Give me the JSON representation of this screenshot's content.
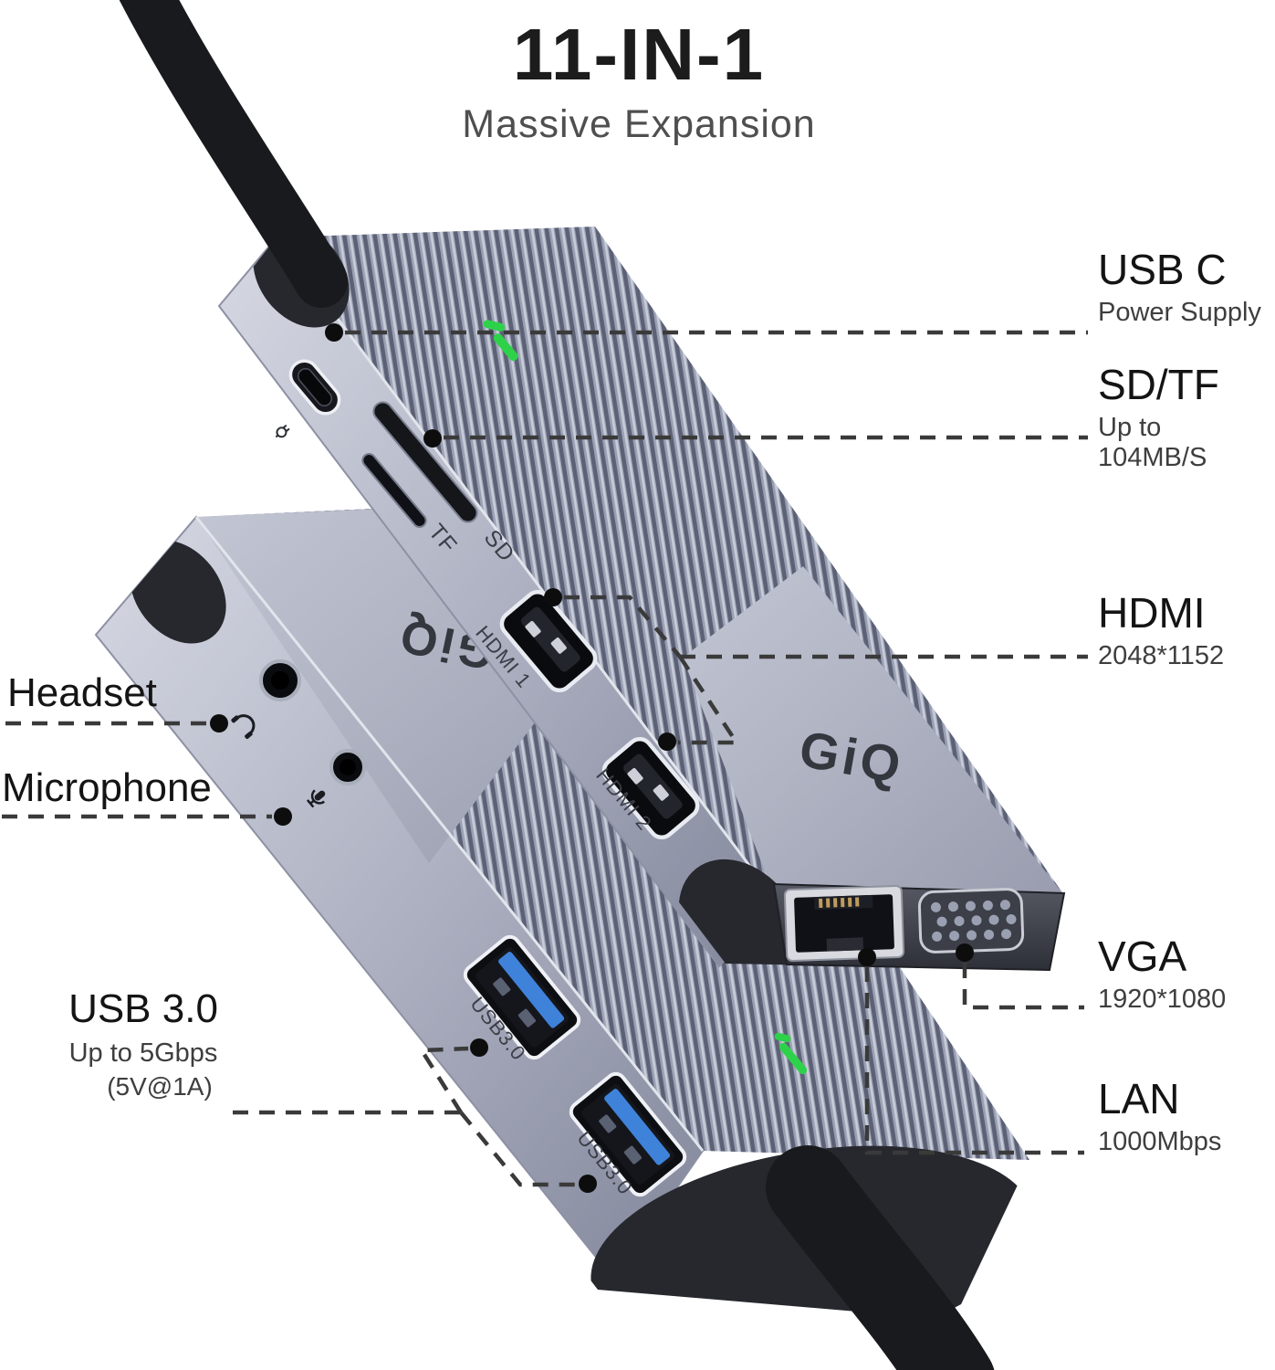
{
  "title": {
    "heading": "11-IN-1",
    "subheading": "Massive Expansion"
  },
  "brand": {
    "logo": "GiQ"
  },
  "device_labels": {
    "tf": "TF",
    "sd": "SD",
    "hdmi1": "HDMI 1",
    "hdmi2": "HDMI 2",
    "usb3_a": "USB3.0",
    "usb3_b": "USB3.0"
  },
  "callouts": {
    "usb_c": {
      "label": "USB C",
      "sub": "Power Supply"
    },
    "sd_tf": {
      "label": "SD/TF",
      "sub": "Up to 104MB/S"
    },
    "hdmi": {
      "label": "HDMI",
      "sub": "2048*1152"
    },
    "vga": {
      "label": "VGA",
      "sub": "1920*1080"
    },
    "lan": {
      "label": "LAN",
      "sub": "1000Mbps"
    },
    "headset": {
      "label": "Headset"
    },
    "microphone": {
      "label": "Microphone"
    },
    "usb3": {
      "label": "USB 3.0",
      "sub": "Up to 5Gbps",
      "sub2": "(5V@1A)"
    }
  },
  "icons": {
    "power_plug": "power-plug-icon",
    "headset": "headset-icon",
    "microphone": "microphone-icon",
    "led": "led-indicator"
  },
  "colors": {
    "led_green": "#2ed24a",
    "usb_blue": "#3f82da",
    "device_gray": "#a7abbc",
    "cable_black": "#191a1d",
    "label_dark": "#141414",
    "label_gray": "#3e3e3e"
  }
}
